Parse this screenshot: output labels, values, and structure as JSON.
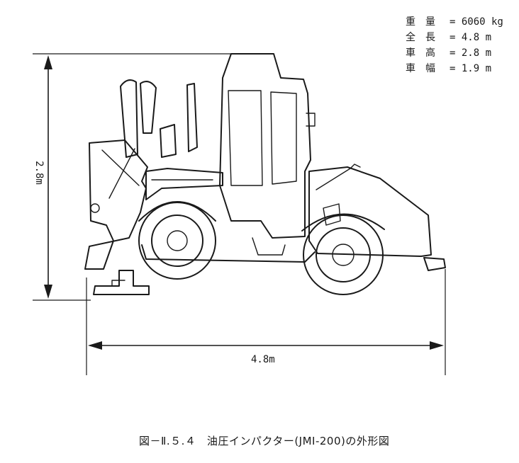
{
  "specs": [
    {
      "label": "重　量",
      "value": "= 6060 kg"
    },
    {
      "label": "全　長",
      "value": "= 4.8 m"
    },
    {
      "label": "車　高",
      "value": "= 2.8 m"
    },
    {
      "label": "車　幅",
      "value": "= 1.9 m"
    }
  ],
  "dimensions": {
    "height_label": "2.8m",
    "width_label": "4.8m"
  },
  "caption": "図－Ⅱ.５.４　油圧インパクター(JMI-200)の外形図",
  "colors": {
    "ink": "#1a1a1a",
    "paper": "#ffffff"
  }
}
